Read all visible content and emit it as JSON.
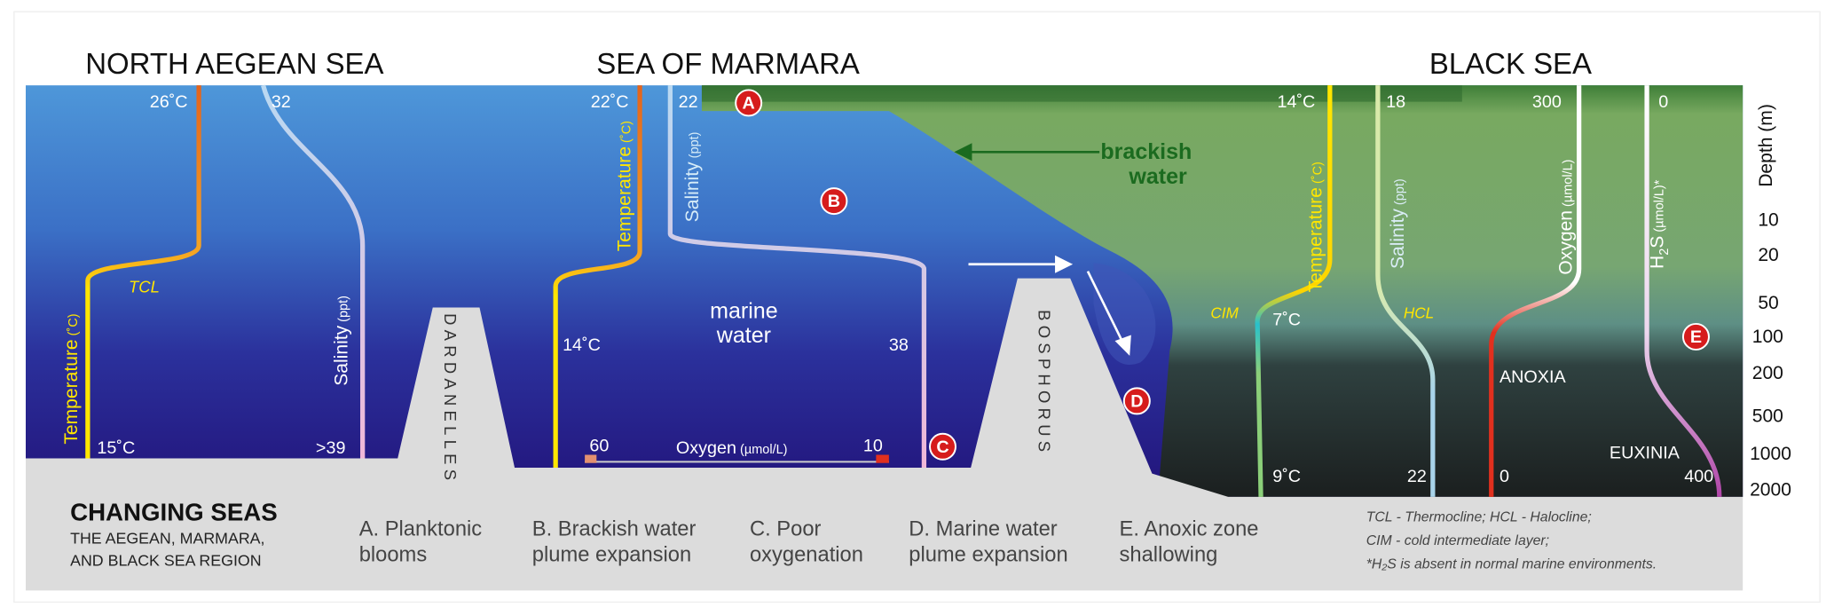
{
  "regions": {
    "aegean": "NORTH AEGEAN SEA",
    "marmara": "SEA OF MARMARA",
    "black": "BLACK SEA"
  },
  "aegean": {
    "temp_top": "26˚C",
    "temp_bottom": "15˚C",
    "temp_label": "Temperature",
    "temp_unit": " (˚C)",
    "tcl": "TCL",
    "sal_top": "32",
    "sal_bottom": ">39",
    "sal_label": "Salinity",
    "sal_unit": " (ppt)"
  },
  "marmara": {
    "temp_top": "22˚C",
    "temp_mid": "14˚C",
    "temp_label": "Temperature",
    "temp_unit": " (˚C)",
    "sal_top": "22",
    "sal_mid": "38",
    "sal_label": "Salinity",
    "sal_unit": " (ppt)",
    "water_1": "marine",
    "water_2": "water",
    "oxy_label": "Oxygen",
    "oxy_unit": " (µmol/L)",
    "oxy_left": "60",
    "oxy_right": "10"
  },
  "brackish": {
    "line1": "brackish",
    "line2": "water"
  },
  "straits": {
    "dardanelles": "DARDANELLES",
    "bosphorus": "BOSPHORUS"
  },
  "black": {
    "temp_top": "14˚C",
    "temp_mid": "7˚C",
    "temp_bottom": "9˚C",
    "temp_label": "Temperature",
    "temp_unit": " (˚C)",
    "cim": "CIM",
    "sal_top": "18",
    "sal_bottom": "22",
    "sal_label": "Salinity",
    "sal_unit": " (ppt)",
    "hcl": "HCL",
    "oxy_top": "300",
    "oxy_bottom": "0",
    "oxy_label": "Oxygen",
    "oxy_unit": " (µmol/L)",
    "anoxia": "ANOXIA",
    "h2s_top": "0",
    "h2s_bottom": "400",
    "h2s_label": "H",
    "h2s_sub": "2",
    "h2s_label2": "S",
    "h2s_unit": " (µmol/L)*",
    "euxinia": "EUXINIA"
  },
  "markers": [
    "A",
    "B",
    "C",
    "D",
    "E"
  ],
  "depth_axis": {
    "label": "Depth (m)",
    "ticks": [
      "10",
      "20",
      "50",
      "100",
      "200",
      "500",
      "1000",
      "2000"
    ]
  },
  "footer": {
    "title": "CHANGING SEAS",
    "subtitle1": "THE AEGEAN, MARMARA,",
    "subtitle2": "AND BLACK SEA REGION"
  },
  "legend": [
    {
      "l1": "A. Planktonic",
      "l2": "blooms"
    },
    {
      "l1": "B. Brackish water",
      "l2": "plume expansion"
    },
    {
      "l1": "C. Poor",
      "l2": "oxygenation"
    },
    {
      "l1": "D. Marine water",
      "l2": "plume expansion"
    },
    {
      "l1": "E. Anoxic zone",
      "l2": "shallowing"
    }
  ],
  "notes": [
    "TCL - Thermocline; HCL - Halocline;",
    "CIM - cold intermediate layer;",
    "*H₂S is absent in normal marine environments."
  ],
  "colors": {
    "marker": "#d61c1c",
    "brackish_text": "#1b6b1f",
    "seabed": "#dcdcdc"
  }
}
